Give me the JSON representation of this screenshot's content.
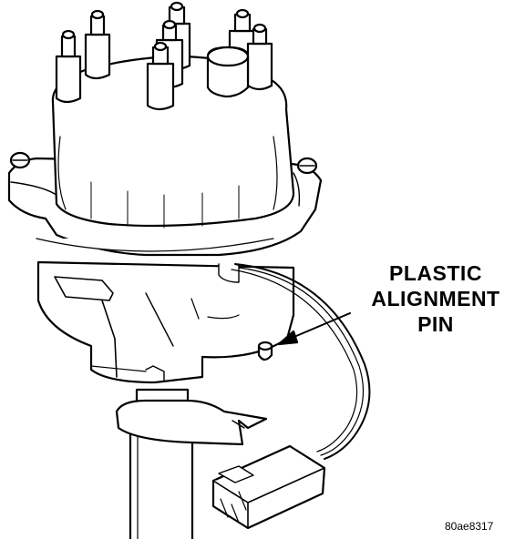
{
  "figure": {
    "subject_icon": "distributor-assembly-illustration",
    "callout": {
      "lines": [
        "PLASTIC",
        "ALIGNMENT",
        "PIN"
      ]
    },
    "figure_id": "80ae8317"
  }
}
